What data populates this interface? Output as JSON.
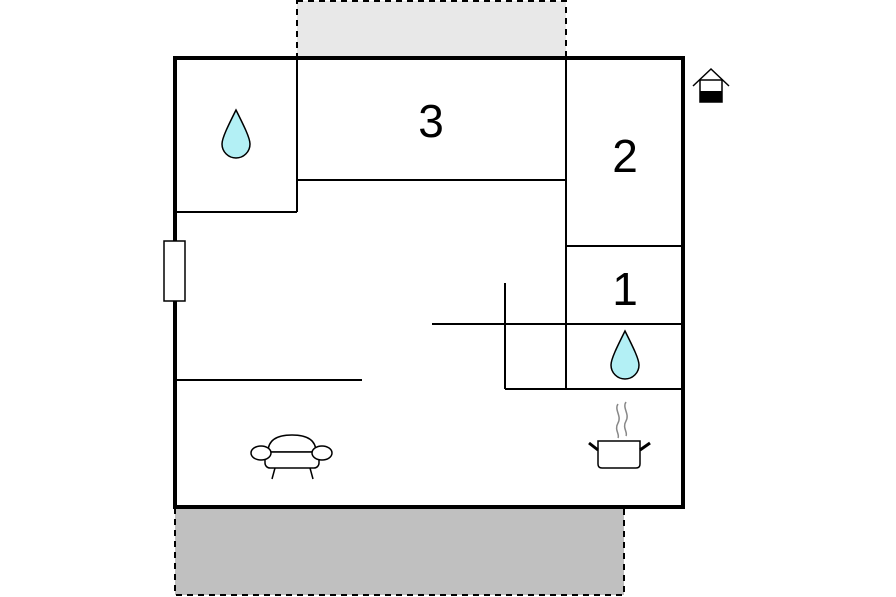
{
  "floorplan": {
    "rooms": [
      {
        "id": "room-3",
        "label": "3"
      },
      {
        "id": "room-2",
        "label": "2"
      },
      {
        "id": "room-1",
        "label": "1"
      }
    ],
    "icons": [
      "water-drop-icon",
      "water-drop-icon",
      "sofa-icon",
      "cooking-pot-icon",
      "house-icon"
    ],
    "colors": {
      "wall": "#000000",
      "water": "#b3f0f5",
      "terrace_top": "#e8e8e8",
      "terrace_bottom": "#c0c0c0"
    }
  }
}
